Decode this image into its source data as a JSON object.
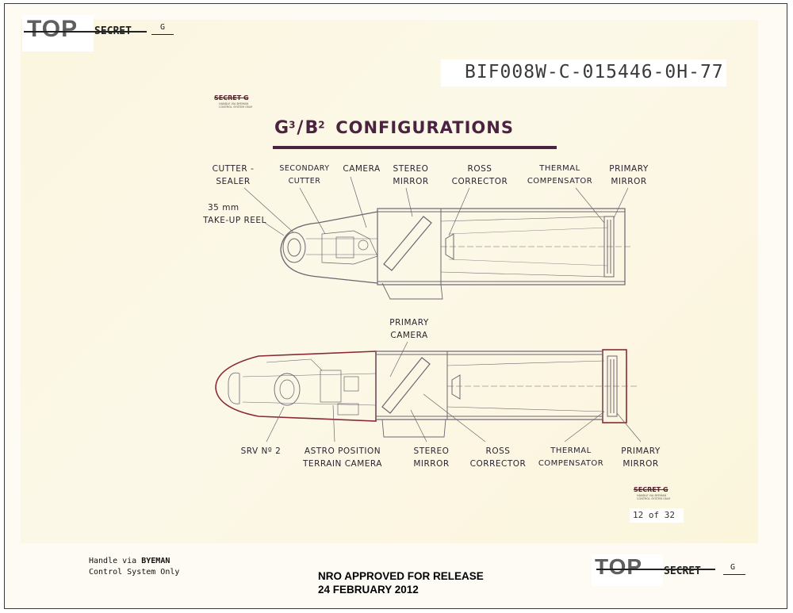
{
  "classification": {
    "top_word": "TOP",
    "secret_word": "SECRET",
    "codeword": "G"
  },
  "document_id": "BIF008W-C-015446-0H-77",
  "small_stamp": {
    "classification": "SECRET G",
    "fine_print": [
      "HANDLE VIA BYEMAN",
      "CONTROL SYSTEM ONLY"
    ]
  },
  "title": {
    "g_letter": "G",
    "g_exponent": "3",
    "slash": "/",
    "b_letter": "B",
    "b_exponent": "2",
    "word": "CONFIGURATIONS"
  },
  "top_diagram_labels": {
    "cutter_sealer": [
      "CUTTER -",
      "SEALER"
    ],
    "secondary_cutter": [
      "SECONDARY",
      "CUTTER"
    ],
    "camera": [
      "CAMERA"
    ],
    "stereo_mirror": [
      "STEREO",
      "MIRROR"
    ],
    "ross_corrector": [
      "ROSS",
      "CORRECTOR"
    ],
    "thermal_compensator": [
      "THERMAL",
      "COMPENSATOR"
    ],
    "primary_mirror": [
      "PRIMARY",
      "MIRROR"
    ],
    "takeup_reel": [
      "35 mm",
      "TAKE-UP REEL"
    ]
  },
  "bottom_diagram_labels": {
    "primary_camera": [
      "PRIMARY",
      "CAMERA"
    ],
    "srv": [
      "SRV Nº 2"
    ],
    "astro_position": [
      "ASTRO POSITION",
      "TERRAIN CAMERA"
    ],
    "stereo_mirror": [
      "STEREO",
      "MIRROR"
    ],
    "ross_corrector": [
      "ROSS",
      "CORRECTOR"
    ],
    "thermal_compensator": [
      "THERMAL",
      "COMPENSATOR"
    ],
    "primary_mirror": [
      "PRIMARY",
      "MIRROR"
    ]
  },
  "page_number": "12 of 32",
  "handling": {
    "line1_prefix": "Handle via",
    "line1_word": "BYEMAN",
    "line2": "Control System Only"
  },
  "release": {
    "line1": "NRO APPROVED FOR RELEASE",
    "line2": "24 FEBRUARY 2012"
  },
  "colors": {
    "paper": "#fbf6df",
    "title_ink": "#4b2340",
    "maroon_outline": "#8a2838",
    "drawing_ink": "#6e6470"
  }
}
